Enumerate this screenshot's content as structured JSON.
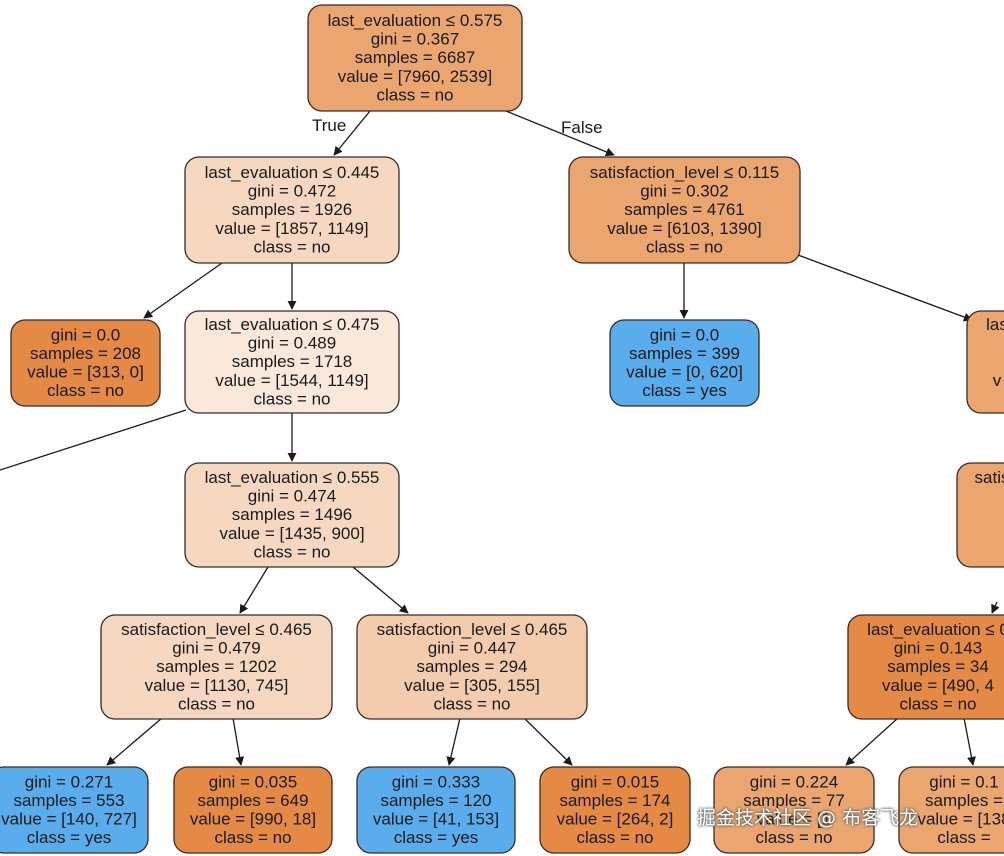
{
  "diagram": {
    "colors": {
      "no_dark": "#e58a44",
      "no_mid": "#eba670",
      "no_light": "#f6d8c0",
      "no_pale": "#fae8da",
      "no_lightmid": "#f3ccad",
      "yes": "#5aaded",
      "line": "#1a1a1a"
    },
    "edge_labels": {
      "true": "True",
      "false": "False"
    },
    "nodes": [
      {
        "id": "root",
        "lines": [
          "last_evaluation ≤ 0.575",
          "gini = 0.367",
          "samples = 6687",
          "value = [7960, 2539]",
          "class = no"
        ],
        "fill": "no_mid"
      },
      {
        "id": "n1",
        "lines": [
          "last_evaluation ≤ 0.445",
          "gini = 0.472",
          "samples = 1926",
          "value = [1857, 1149]",
          "class = no"
        ],
        "fill": "no_light"
      },
      {
        "id": "n2",
        "lines": [
          "satisfaction_level ≤ 0.115",
          "gini = 0.302",
          "samples = 4761",
          "value = [6103, 1390]",
          "class = no"
        ],
        "fill": "no_mid"
      },
      {
        "id": "n3",
        "lines": [
          "gini = 0.0",
          "samples = 208",
          "value = [313, 0]",
          "class = no"
        ],
        "fill": "no_dark"
      },
      {
        "id": "n4",
        "lines": [
          "last_evaluation ≤ 0.475",
          "gini = 0.489",
          "samples = 1718",
          "value = [1544, 1149]",
          "class = no"
        ],
        "fill": "no_pale"
      },
      {
        "id": "n5",
        "lines": [
          "gini = 0.0",
          "samples = 399",
          "value = [0, 620]",
          "class = yes"
        ],
        "fill": "yes"
      },
      {
        "id": "n6",
        "lines": [
          "las",
          "",
          "",
          "v",
          ""
        ],
        "fill": "no_mid"
      },
      {
        "id": "n7",
        "lines": [
          "last_evaluation ≤ 0.555",
          "gini = 0.474",
          "samples = 1496",
          "value = [1435, 900]",
          "class = no"
        ],
        "fill": "no_light"
      },
      {
        "id": "n8",
        "lines": [
          "satis",
          "",
          "",
          "",
          ""
        ],
        "fill": "no_mid"
      },
      {
        "id": "n9",
        "lines": [
          "satisfaction_level ≤ 0.465",
          "gini = 0.479",
          "samples = 1202",
          "value = [1130, 745]",
          "class = no"
        ],
        "fill": "no_light"
      },
      {
        "id": "n10",
        "lines": [
          "satisfaction_level ≤ 0.465",
          "gini = 0.447",
          "samples = 294",
          "value = [305, 155]",
          "class = no"
        ],
        "fill": "no_lightmid"
      },
      {
        "id": "n11",
        "lines": [
          "last_evaluation ≤ 0",
          "gini = 0.143",
          "samples = 34",
          "value = [490, 4",
          "class = no"
        ],
        "fill": "no_dark"
      },
      {
        "id": "n12",
        "lines": [
          "gini = 0.271",
          "samples = 553",
          "value = [140, 727]",
          "class = yes"
        ],
        "fill": "yes"
      },
      {
        "id": "n13",
        "lines": [
          "gini = 0.035",
          "samples = 649",
          "value = [990, 18]",
          "class = no"
        ],
        "fill": "no_dark"
      },
      {
        "id": "n14",
        "lines": [
          "gini = 0.333",
          "samples = 120",
          "value = [41, 153]",
          "class = yes"
        ],
        "fill": "yes"
      },
      {
        "id": "n15",
        "lines": [
          "gini = 0.015",
          "samples = 174",
          "value = [264, 2]",
          "class = no"
        ],
        "fill": "no_dark"
      },
      {
        "id": "n16",
        "lines": [
          "gini = 0.224",
          "samples = 77",
          "value = [1",
          "class = no"
        ],
        "fill": "no_mid"
      },
      {
        "id": "n17",
        "lines": [
          "gini = 0.1",
          "samples =",
          "value = [138",
          "class ="
        ],
        "fill": "no_mid"
      }
    ]
  },
  "watermark": "掘金技术社区 @ 布客飞龙"
}
